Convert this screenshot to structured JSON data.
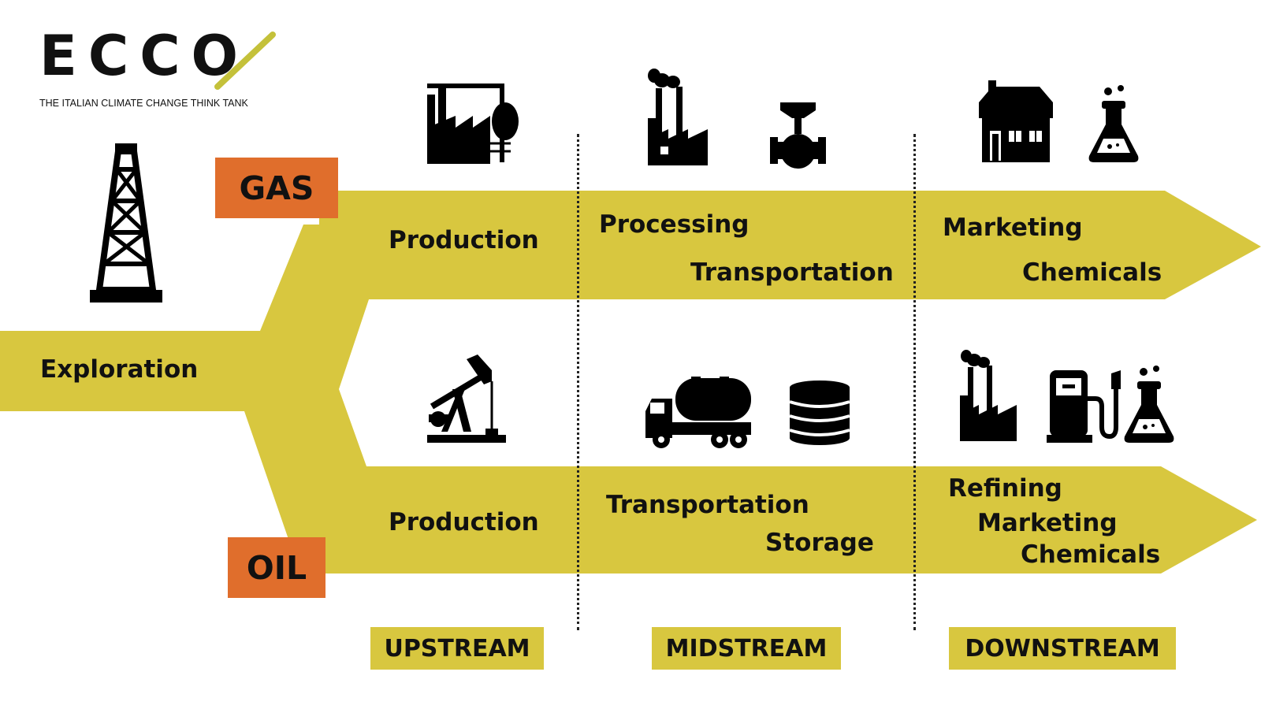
{
  "logo": {
    "wordmark": "ECCO",
    "tagline": "THE ITALIAN CLIMATE CHANGE THINK TANK"
  },
  "colors": {
    "band": "#d8c73f",
    "tag": "#e06e2c",
    "phase_box": "#d8c73f",
    "logo_slash": "#c4c13a",
    "text": "#111111"
  },
  "tags": {
    "gas": "GAS",
    "oil": "OIL"
  },
  "trunk": {
    "label": "Exploration"
  },
  "gas_band": {
    "upstream": "Production",
    "midstream": [
      "Processing",
      "Transportation"
    ],
    "downstream": [
      "Marketing",
      "Chemicals"
    ]
  },
  "oil_band": {
    "upstream": "Production",
    "midstream": [
      "Transportation",
      "Storage"
    ],
    "downstream": [
      "Refining",
      "Marketing",
      "Chemicals"
    ]
  },
  "phases": [
    "UPSTREAM",
    "MIDSTREAM",
    "DOWNSTREAM"
  ],
  "icons": {
    "exploration": "oil-derrick-icon",
    "gas_upstream": "gas-production-plant-icon",
    "gas_midstream": [
      "processing-factory-icon",
      "pipeline-valve-icon"
    ],
    "gas_downstream": [
      "house-icon",
      "chemical-flask-icon"
    ],
    "oil_upstream": "pumpjack-icon",
    "oil_midstream": [
      "tanker-truck-icon",
      "storage-tank-icon"
    ],
    "oil_downstream": [
      "refinery-factory-icon",
      "fuel-pump-icon",
      "chemical-flask-icon"
    ]
  }
}
